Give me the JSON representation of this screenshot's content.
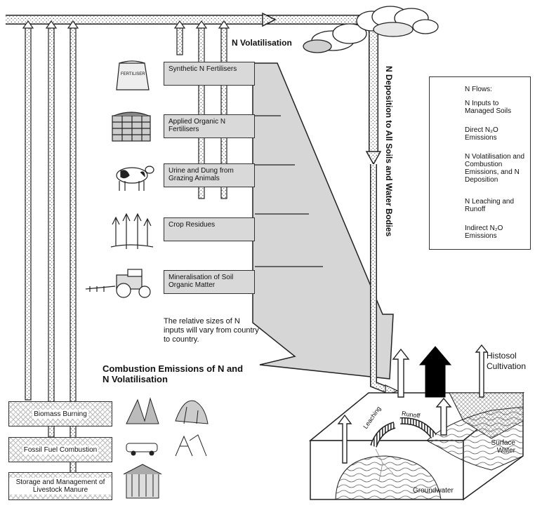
{
  "top_flow_label": "N Volatilisation",
  "deposition_label": "N Deposition to All Soils and Water Bodies",
  "sources": [
    {
      "label": "Synthetic N Fertilisers",
      "icon": "fertiliser-bag-icon"
    },
    {
      "label": "Applied Organic N Fertilisers",
      "icon": "compost-crate-icon"
    },
    {
      "label": "Urine and Dung from Grazing Animals",
      "icon": "cow-icon"
    },
    {
      "label": "Crop Residues",
      "icon": "crop-icon"
    },
    {
      "label": "Mineralisation of Soil Organic Matter",
      "icon": "tractor-icon"
    }
  ],
  "fertiliser_bag_text": "FERTILISER",
  "note": "The relative sizes of N inputs will vary from country to country.",
  "combustion_title": "Combustion Emissions of N and N Volatilisation",
  "combustion_sources": [
    {
      "label": "Biomass Burning"
    },
    {
      "label": "Fossil Fuel Combustion"
    },
    {
      "label": "Storage and Management of Livestock Manure"
    }
  ],
  "legend": {
    "title": "N Flows:",
    "items": [
      {
        "label": "N Inputs to Managed Soils",
        "style": "gray"
      },
      {
        "label": "Direct N₂O Emissions",
        "style": "black"
      },
      {
        "label": "N Volatilisation and Combustion Emissions, and N Deposition",
        "style": "dotted"
      },
      {
        "label": "N Leaching and Runoff",
        "style": "striped"
      },
      {
        "label": "Indirect N₂O Emissions",
        "style": "white"
      }
    ]
  },
  "histosol_label": "Histosol Cultivation",
  "leaching_label": "Leaching",
  "runoff_label": "Runoff",
  "surface_water_label": "Surface Water",
  "groundwater_label": "Groundwater",
  "colors": {
    "input_gray": "#d6d6d6",
    "outline": "#222222",
    "direct": "#000000"
  }
}
